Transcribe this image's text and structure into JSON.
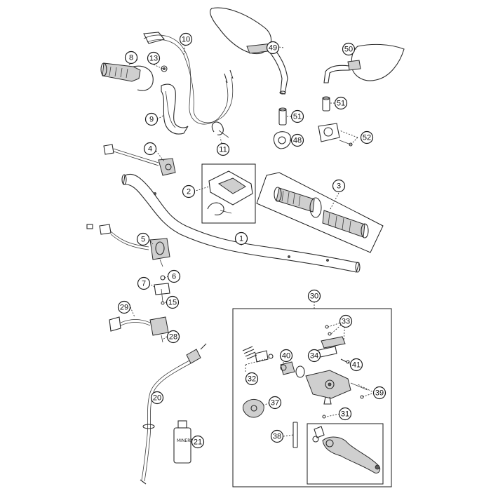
{
  "diagram": {
    "callouts": [
      {
        "id": "c1",
        "label": "1"
      },
      {
        "id": "c2",
        "label": "2"
      },
      {
        "id": "c3",
        "label": "3"
      },
      {
        "id": "c4",
        "label": "4"
      },
      {
        "id": "c5",
        "label": "5"
      },
      {
        "id": "c6",
        "label": "6"
      },
      {
        "id": "c7",
        "label": "7"
      },
      {
        "id": "c8",
        "label": "8"
      },
      {
        "id": "c9",
        "label": "9"
      },
      {
        "id": "c10",
        "label": "10"
      },
      {
        "id": "c11",
        "label": "11"
      },
      {
        "id": "c13",
        "label": "13"
      },
      {
        "id": "c15",
        "label": "15"
      },
      {
        "id": "c20",
        "label": "20"
      },
      {
        "id": "c21",
        "label": "21"
      },
      {
        "id": "c28",
        "label": "28"
      },
      {
        "id": "c29",
        "label": "29"
      },
      {
        "id": "c30",
        "label": "30"
      },
      {
        "id": "c31",
        "label": "31"
      },
      {
        "id": "c32",
        "label": "32"
      },
      {
        "id": "c33",
        "label": "33"
      },
      {
        "id": "c34",
        "label": "34"
      },
      {
        "id": "c37",
        "label": "37"
      },
      {
        "id": "c38",
        "label": "38"
      },
      {
        "id": "c39",
        "label": "39"
      },
      {
        "id": "c40",
        "label": "40"
      },
      {
        "id": "c41",
        "label": "41"
      },
      {
        "id": "c48",
        "label": "48"
      },
      {
        "id": "c49",
        "label": "49"
      },
      {
        "id": "c50",
        "label": "50"
      },
      {
        "id": "c51a",
        "label": "51"
      },
      {
        "id": "c51b",
        "label": "51"
      },
      {
        "id": "c52",
        "label": "52"
      }
    ],
    "bottle_label": "MINERAL OIL"
  }
}
